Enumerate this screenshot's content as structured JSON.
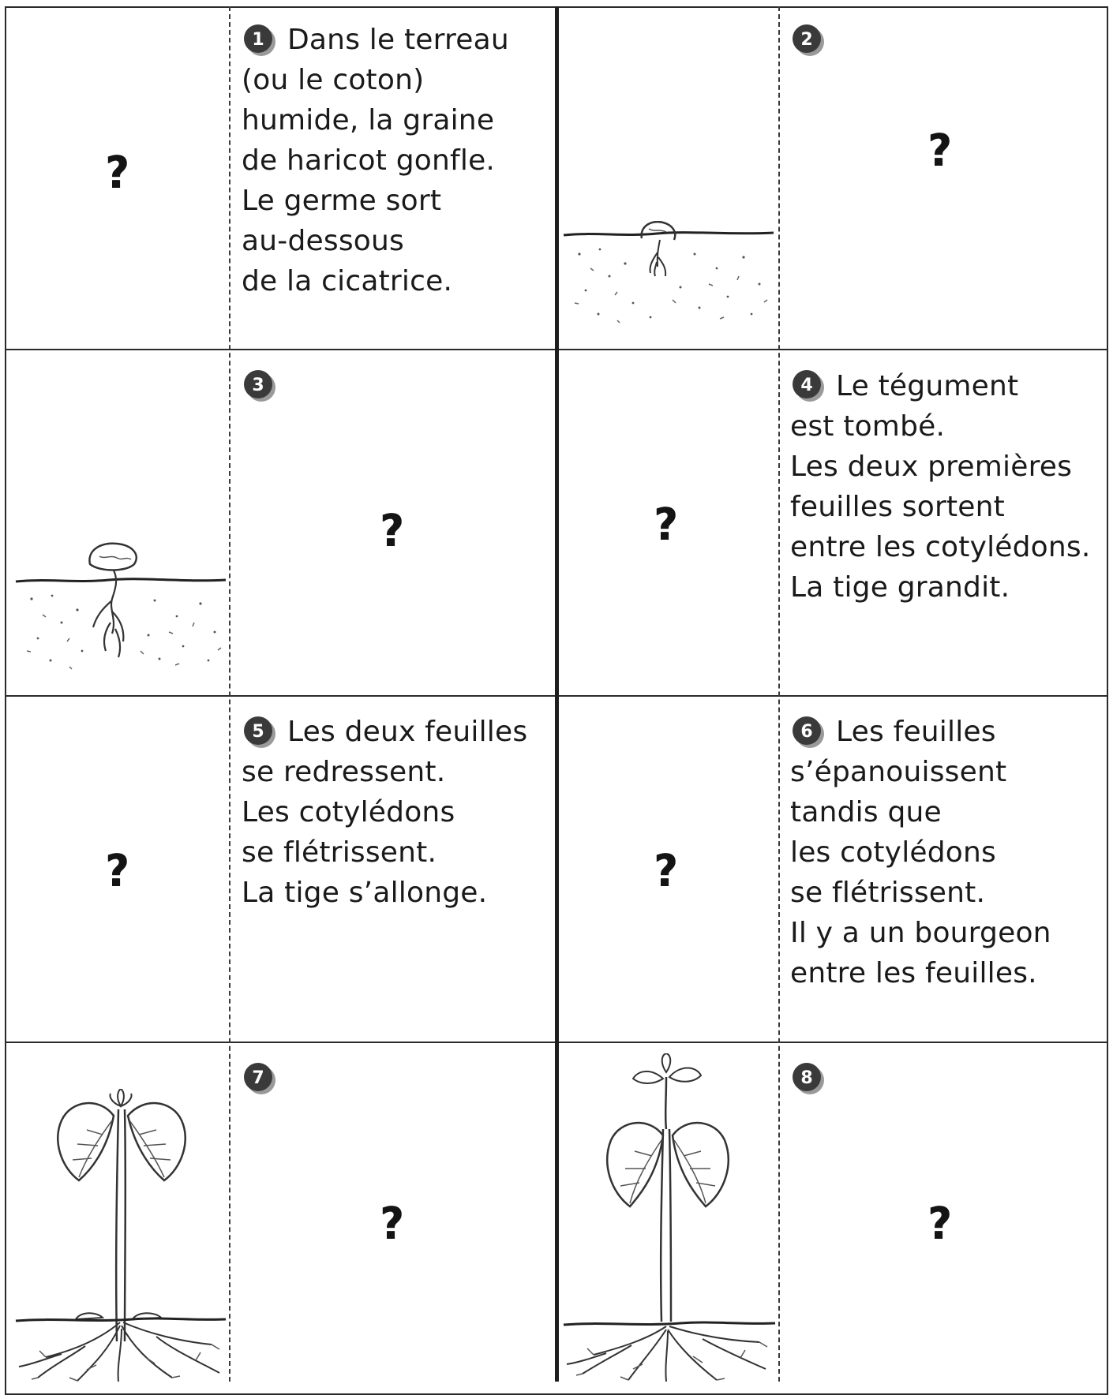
{
  "cards": [
    {
      "number": "1",
      "lines": [
        "Dans le terreau",
        "(ou le coton)",
        "humide, la graine",
        "de haricot gonfle.",
        "Le germe sort",
        "au-dessous",
        "de la cicatrice."
      ],
      "image_slot": "?"
    },
    {
      "number": "2",
      "text_slot": "?",
      "image": "bean-seed-sprouting-in-soil"
    },
    {
      "number": "3",
      "text_slot": "?",
      "image": "bean-seedling-emerging-from-soil"
    },
    {
      "number": "4",
      "lines": [
        "Le tégument",
        "est tombé.",
        "Les deux premières",
        "feuilles sortent",
        "entre les cotylédons.",
        "La tige grandit."
      ],
      "image_slot": "?"
    },
    {
      "number": "5",
      "lines": [
        "Les deux feuilles",
        "se redressent.",
        "Les cotylédons",
        "se flétrissent.",
        "La tige s’allonge."
      ],
      "image_slot": "?"
    },
    {
      "number": "6",
      "lines": [
        "Les feuilles",
        "s’épanouissent",
        "tandis que",
        "les cotylédons",
        "se flétrissent.",
        "Il y a un bourgeon",
        "entre les feuilles."
      ],
      "image_slot": "?"
    },
    {
      "number": "7",
      "text_slot": "?",
      "image": "young-bean-plant-with-two-leaves"
    },
    {
      "number": "8",
      "text_slot": "?",
      "image": "bean-plant-with-new-leaves"
    }
  ],
  "colors": {
    "ink": "#1a1a1a",
    "badge_fill": "#3a3a3a",
    "badge_shadow": "#9a9a9a",
    "paper": "#ffffff"
  }
}
